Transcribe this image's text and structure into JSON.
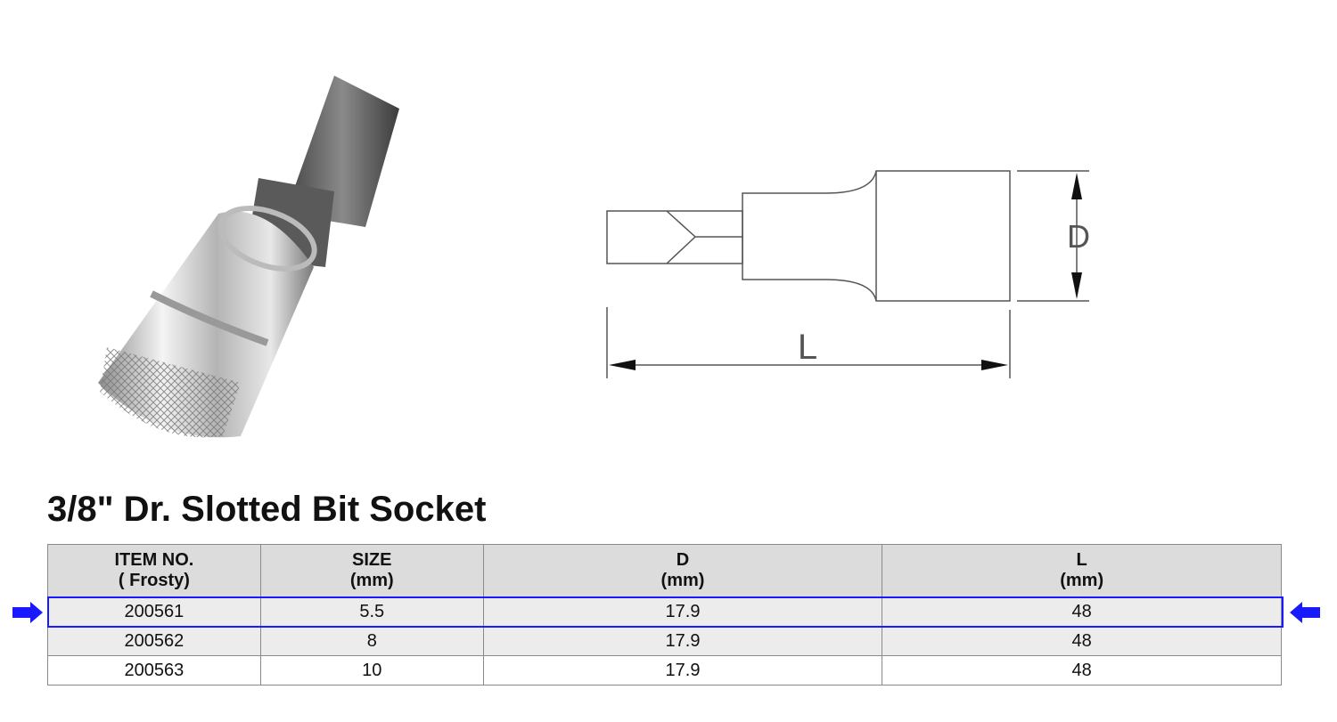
{
  "title": "3/8\" Dr. Slotted Bit Socket",
  "diagram": {
    "d_label": "D",
    "l_label": "L"
  },
  "table": {
    "headers": [
      {
        "line1": "ITEM NO.",
        "line2": "( Frosty)"
      },
      {
        "line1": "SIZE",
        "line2": "(mm)"
      },
      {
        "line1": "D",
        "line2": "(mm)"
      },
      {
        "line1": "L",
        "line2": "(mm)"
      }
    ],
    "rows": [
      [
        "200561",
        "5.5",
        "17.9",
        "48"
      ],
      [
        "200562",
        "8",
        "17.9",
        "48"
      ],
      [
        "200563",
        "10",
        "17.9",
        "48"
      ]
    ],
    "highlighted_row": 0
  },
  "colors": {
    "highlight": "#1a1aff",
    "arrow": "#1a1aff"
  }
}
